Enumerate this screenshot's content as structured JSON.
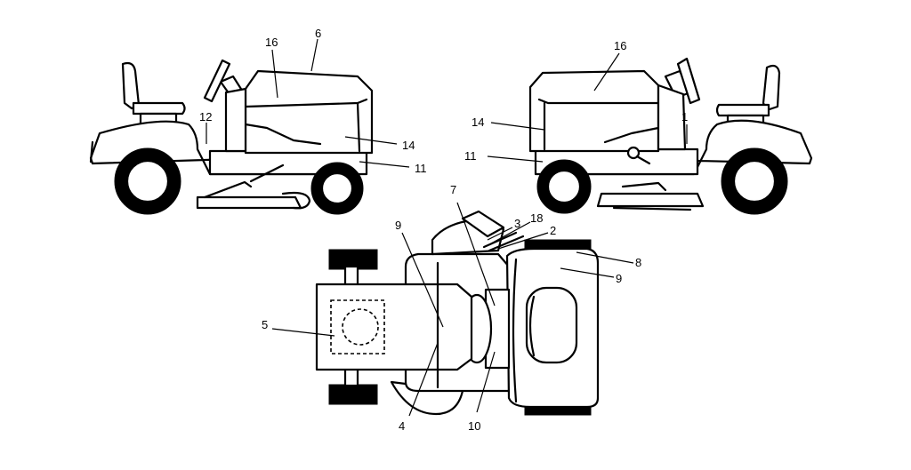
{
  "callouts": {
    "left_view": {
      "c16": "16",
      "c6": "6",
      "c12": "12",
      "c14": "14",
      "c11": "11"
    },
    "right_view": {
      "c16": "16",
      "c14": "14",
      "c11": "11",
      "c1": "1"
    },
    "top_view": {
      "c7": "7",
      "c9a": "9",
      "c3": "3",
      "c18": "18",
      "c2": "2",
      "c8": "8",
      "c9b": "9",
      "c5": "5",
      "c4": "4",
      "c10": "10"
    }
  }
}
